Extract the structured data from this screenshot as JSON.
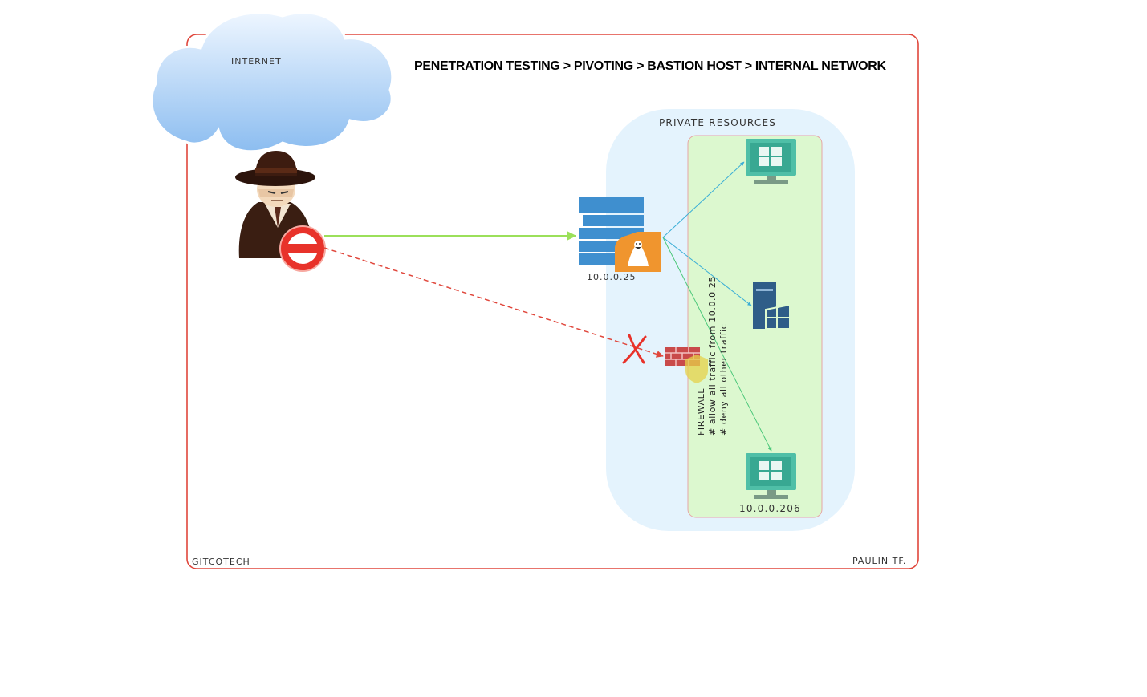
{
  "title": "PENETRATION TESTING > PIVOTING > BASTION HOST > INTERNAL NETWORK",
  "cloud_label": "INTERNET",
  "zone_label": "PRIVATE RESOURCES",
  "bastion_ip": "10.0.0.25",
  "target_ip": "10.0.0.206",
  "firewall": {
    "label": "FIREWALL",
    "rule_allow": "# allow all traffic from 10.0.0.25",
    "rule_deny": "# deny all other traffic"
  },
  "footer_left": "GITCOTECH",
  "footer_right": "PAULIN TF.",
  "icons": [
    "cloud-icon",
    "hacker-icon",
    "blocked-icon",
    "linux-server-icon",
    "windows-desktop-icon",
    "windows-server-icon",
    "firewall-icon",
    "shield-icon",
    "cross-icon"
  ],
  "colors": {
    "frame": "#e0473c",
    "allowed_link": "#9be05a",
    "blocked_link": "#e0473c",
    "zone_outer": "#e4f3fd",
    "zone_inner": "#dcf8cf",
    "server_blue": "#3f8fcf",
    "linux_orange": "#f0952e",
    "monitor_teal": "#3fbaa5"
  }
}
